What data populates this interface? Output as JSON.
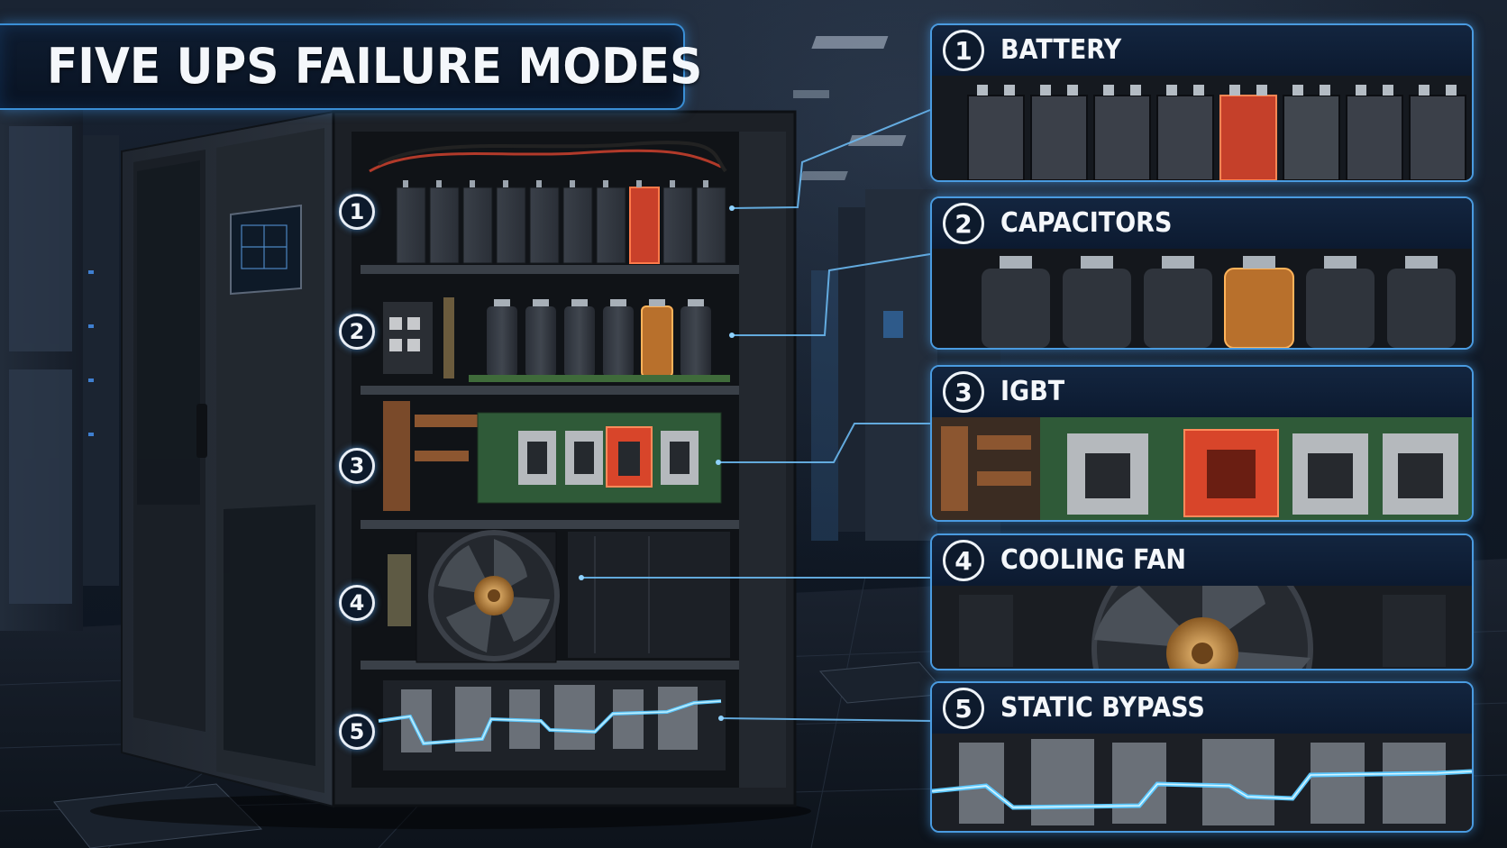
{
  "title": "FIVE UPS FAILURE MODES",
  "colors": {
    "accent": "#3a8fd6",
    "glow_blue": "#5cc8ff",
    "fault_red": "#e0472a",
    "fault_amber": "#f09a3a",
    "panel_bg": "#0c1a30"
  },
  "callouts": [
    {
      "number": "1",
      "label": "BATTERY"
    },
    {
      "number": "2",
      "label": "CAPACITORS"
    },
    {
      "number": "3",
      "label": "IGBT"
    },
    {
      "number": "4",
      "label": "COOLING FAN"
    },
    {
      "number": "5",
      "label": "STATIC BYPASS"
    }
  ]
}
